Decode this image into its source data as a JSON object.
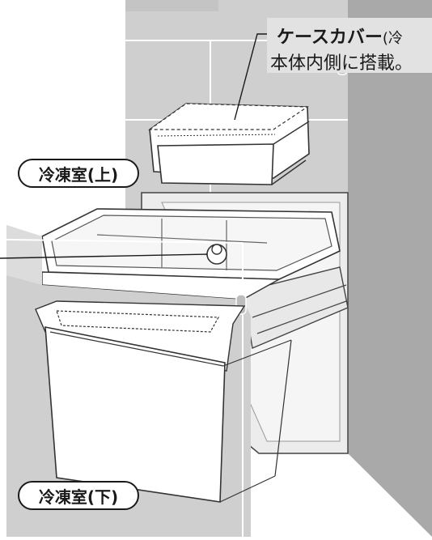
{
  "labels": {
    "upper_freezer": "冷凍室(上)",
    "lower_freezer": "冷凍室(下)"
  },
  "callout": {
    "title": "ケースカバー",
    "title_suffix": "(冷",
    "line2": "本体内側に搭載。"
  },
  "colors": {
    "cabinet_gray": "#cfcfcf",
    "cabinet_dark": "#a9a9a9",
    "callout_bg": "#e2e2e2",
    "outline": "#1a1a1a"
  }
}
